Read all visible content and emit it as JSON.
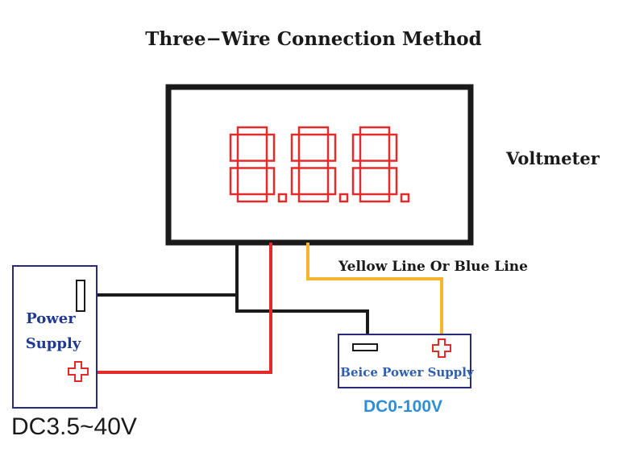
{
  "title": "Three−Wire Connection Method",
  "voltmeter": {
    "label": "Voltmeter",
    "display": [
      "8",
      "8",
      "8"
    ],
    "digit_color": "#e52a2a"
  },
  "wire_label": "Yellow Line Or Blue Line",
  "power_supply": {
    "label_line1": "Power",
    "label_line2": "Supply",
    "range": "DC3.5~40V",
    "text_color": "#1f3a93"
  },
  "beice_supply": {
    "label": "Beice Power Supply",
    "range": "DC0-100V",
    "text_color": "#2f5fb0",
    "range_color": "#2f8fd6"
  },
  "colors": {
    "red_wire": "#e52a2a",
    "black_wire": "#1a1a1a",
    "yellow_wire": "#f5b52c",
    "box_border": "#1a1a1a",
    "supply_border": "#2a2a7a"
  },
  "icons": {
    "plus_symbol": "plus-icon",
    "minus_symbol": "minus-icon"
  }
}
